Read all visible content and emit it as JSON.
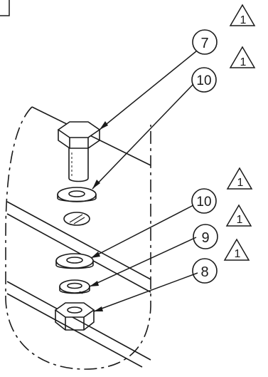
{
  "callouts": [
    {
      "number": "7"
    },
    {
      "number": "10"
    },
    {
      "number": "10"
    },
    {
      "number": "9"
    },
    {
      "number": "8"
    }
  ],
  "revision_flags": [
    {
      "number": "1"
    },
    {
      "number": "1"
    },
    {
      "number": "1"
    },
    {
      "number": "1"
    },
    {
      "number": "1"
    }
  ],
  "parts": {
    "bolt": "hex-head-bolt",
    "washer_upper": "flat-washer",
    "hole": "bolt-hole",
    "washer_lower": "flat-washer",
    "lock_washer": "split-lock-washer",
    "nut": "hex-nut"
  }
}
